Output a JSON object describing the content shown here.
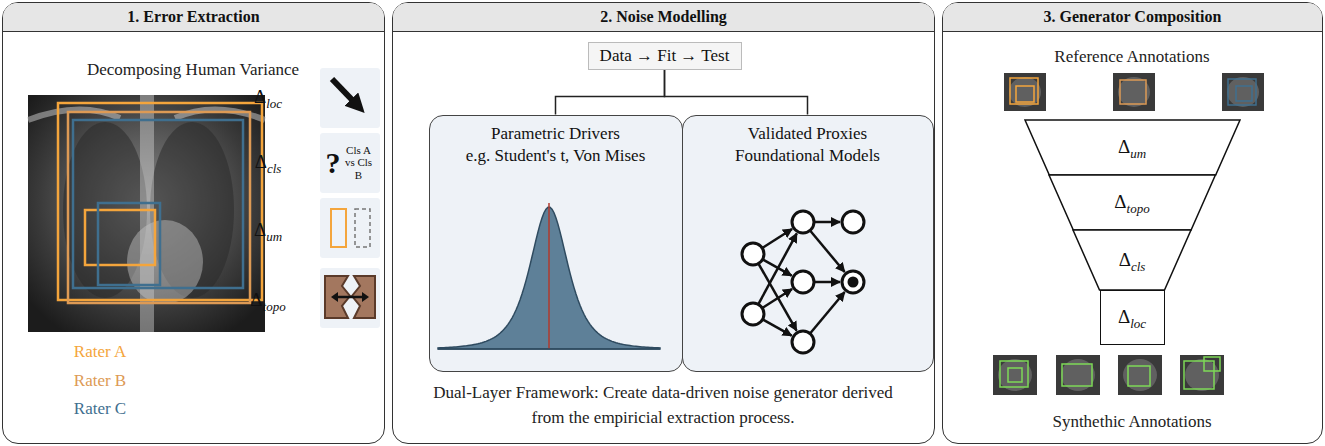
{
  "diagram": {
    "nodes": [
      {
        "text": [
          "1. Error Extraction"
        ]
      },
      {
        "text": [
          "?",
          "Cls A vs Cls B"
        ],
        "in": 0
      },
      {
        "text": [
          "2. Noise Modelling"
        ]
      },
      {
        "text": [
          "Data → Fit → Test"
        ],
        "in": 2
      },
      {
        "text": [
          "Parametric Drivers",
          "e.g. Student's t, Von Mises"
        ],
        "in": 2
      },
      {
        "text": [
          "Validated Proxies",
          "Foundational Models"
        ],
        "in": 2
      },
      {
        "text": [
          "3. Generator Composition"
        ]
      },
      {
        "text": [
          "Δ",
          "um"
        ],
        "in": 6
      },
      {
        "text": [
          "Δ",
          "topo"
        ],
        "in": 6
      },
      {
        "text": [
          "Δ",
          "cls"
        ],
        "in": 6
      },
      {
        "text": [
          "Δ",
          "loc"
        ],
        "in": 6
      }
    ],
    "edges": [
      {
        "from": 3,
        "to": 4,
        "arrow": "none"
      },
      {
        "from": 3,
        "to": 5,
        "arrow": "none"
      }
    ],
    "labels": [
      "Decomposing Human Variance",
      "Δ",
      "loc",
      "Δ",
      "cls",
      "Δ",
      "um",
      "Δ",
      "topo",
      "Rater A",
      "Rater B",
      "Rater C",
      "Dual-Layer Framework: Create data-driven noise generator derived from the empiricial extraction process.",
      "Reference Annotations",
      "Synthethic Annotations"
    ]
  }
}
